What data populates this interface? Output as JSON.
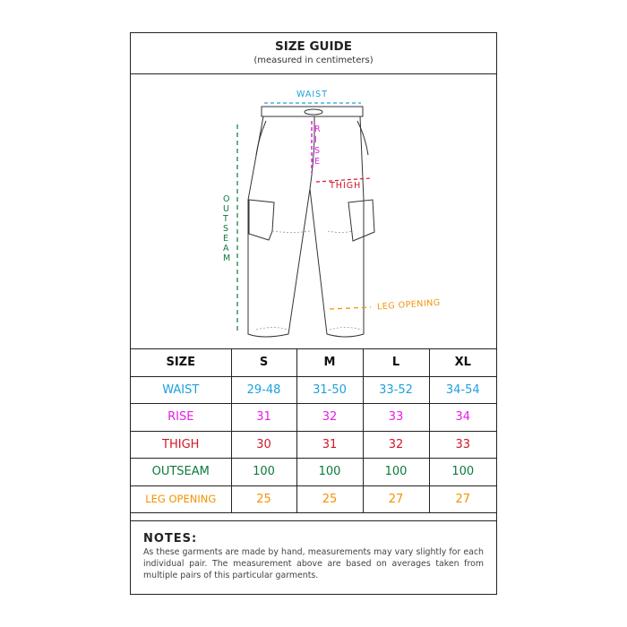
{
  "title": "SIZE GUIDE",
  "subtitle": "(measured in centimeters)",
  "diagram_labels": {
    "waist": "WAIST",
    "rise": "RISE",
    "thigh": "THIGH",
    "outseam": "OUTSEAM",
    "leg_opening": "LEG OPENING"
  },
  "colors": {
    "waist": "#1ea0dc",
    "rise": "#e61ee6",
    "thigh": "#d01828",
    "outseam": "#0b7a3e",
    "leg_opening": "#f39200"
  },
  "table": {
    "headers": [
      "SIZE",
      "S",
      "M",
      "L",
      "XL"
    ],
    "rows": [
      {
        "label": "WAIST",
        "values": [
          "29-48",
          "31-50",
          "33-52",
          "34-54"
        ]
      },
      {
        "label": "RISE",
        "values": [
          "31",
          "32",
          "33",
          "34"
        ]
      },
      {
        "label": "THIGH",
        "values": [
          "30",
          "31",
          "32",
          "33"
        ]
      },
      {
        "label": "OUTSEAM",
        "values": [
          "100",
          "100",
          "100",
          "100"
        ]
      },
      {
        "label": "LEG OPENING",
        "values": [
          "25",
          "25",
          "27",
          "27"
        ]
      }
    ]
  },
  "notes": {
    "heading": "NOTES:",
    "text": "As these garments are made by hand, measurements may vary slightly for each individual pair. The measurement above are based on averages taken from multiple pairs of this particular garments."
  }
}
